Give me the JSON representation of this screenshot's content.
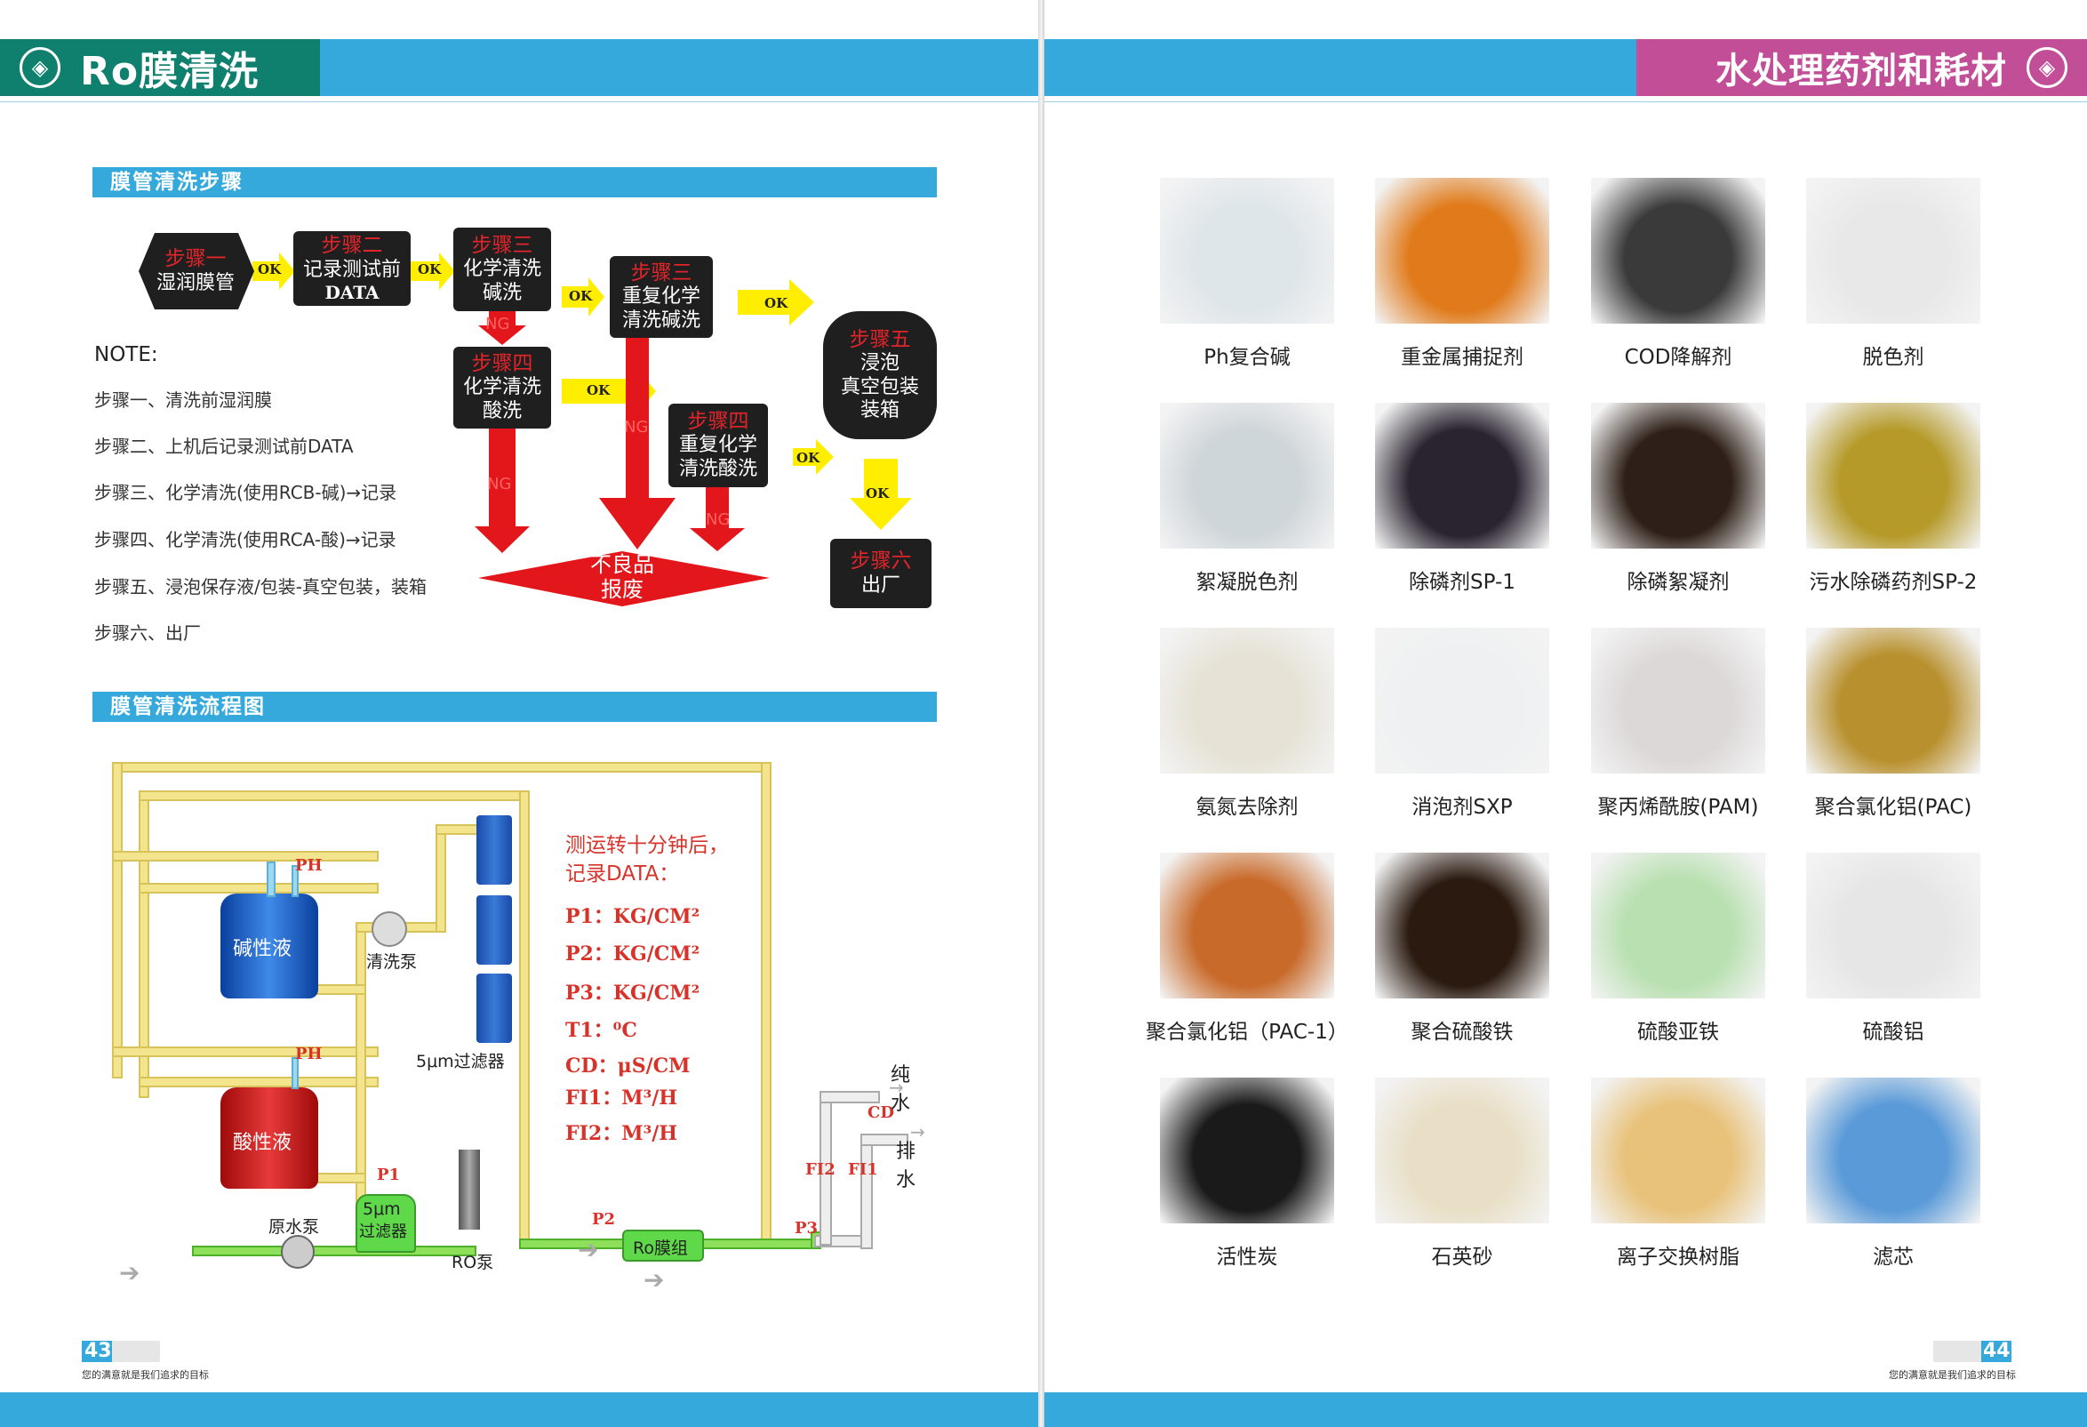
{
  "left": {
    "header_title": "Ro膜清洗",
    "header_icon": "circle-arrow-icon",
    "section1": "膜管清洗步骤",
    "section2": "膜管清洗流程图",
    "flow": {
      "s1_num": "步骤一",
      "s1_text": "湿润膜管",
      "s2_num": "步骤二",
      "s2_text": "记录测试前",
      "s2_text2": "DATA",
      "s3_num": "步骤三",
      "s3_text": "化学清洗",
      "s3_text2": "碱洗",
      "s3b_num": "步骤三",
      "s3b_text": "重复化学",
      "s3b_text2": "清洗碱洗",
      "s4_num": "步骤四",
      "s4_text": "化学清洗",
      "s4_text2": "酸洗",
      "s4b_num": "步骤四",
      "s4b_text": "重复化学",
      "s4b_text2": "清洗酸洗",
      "s5_num": "步骤五",
      "s5_text": "浸泡",
      "s5_text2": "真空包装",
      "s5_text3": "装箱",
      "s6_num": "步骤六",
      "s6_text": "出厂",
      "reject": "不良品",
      "reject2": "报废",
      "ok": "OK",
      "ng": "NG"
    },
    "note_title": "NOTE:",
    "notes": [
      "步骤一、清洗前湿润膜",
      "步骤二、上机后记录测试前DATA",
      "步骤三、化学清洗(使用RCB-碱)→记录",
      "步骤四、化学清洗(使用RCA-酸)→记录",
      "步骤五、浸泡保存液/包装-真空包装，装箱",
      "步骤六、出厂"
    ],
    "diagram": {
      "alkali_tank": "碱性液",
      "acid_tank": "酸性液",
      "ph": "PH",
      "clean_pump": "清洗泵",
      "filter5": "5μm过滤器",
      "raw_pump": "原水泵",
      "filter_small1": "5μm",
      "filter_small2": "过滤器",
      "ro_pump": "RO泵",
      "ro_module": "Ro膜组",
      "pure": "纯水",
      "drain": "排水",
      "p1": "P1",
      "p2": "P2",
      "p3": "P3",
      "fi1": "FI1",
      "fi2": "FI2",
      "cd": "CD",
      "record_title": "测运转十分钟后，",
      "record_title2": "记录DATA：",
      "records": [
        "P1：KG/CM²",
        "P2：KG/CM²",
        "P3：KG/CM²",
        "T1：⁰C",
        "CD：μS/CM",
        "FI1：M³/H",
        "FI2：M³/H"
      ]
    },
    "page_num": "43",
    "slogan": "您的满意就是我们追求的目标"
  },
  "right": {
    "header_title": "水处理药剂和耗材",
    "header_icon": "circle-arrow-icon",
    "products": [
      {
        "name": "Ph复合碱",
        "color": "#dfe6ea"
      },
      {
        "name": "重金属捕捉剂",
        "color": "#e07a1a"
      },
      {
        "name": "COD降解剂",
        "color": "#3a3a3a"
      },
      {
        "name": "脱色剂",
        "color": "#e8e8e8"
      },
      {
        "name": "絮凝脱色剂",
        "color": "#cfd6da"
      },
      {
        "name": "除磷剂SP-1",
        "color": "#2a2430"
      },
      {
        "name": "除磷絮凝剂",
        "color": "#2e2018"
      },
      {
        "name": "污水除磷药剂SP-2",
        "color": "#b59a2a"
      },
      {
        "name": "氨氮去除剂",
        "color": "#e6e2d6"
      },
      {
        "name": "消泡剂SXP",
        "color": "#eef0f2"
      },
      {
        "name": "聚丙烯酰胺(PAM)",
        "color": "#dcd8d8"
      },
      {
        "name": "聚合氯化铝(PAC)",
        "color": "#b8902e"
      },
      {
        "name": "聚合氯化铝（PAC-1）",
        "color": "#c86a2a"
      },
      {
        "name": "聚合硫酸铁",
        "color": "#2a1a10"
      },
      {
        "name": "硫酸亚铁",
        "color": "#b8e0b0"
      },
      {
        "name": "硫酸铝",
        "color": "#e6e6e6"
      },
      {
        "name": "活性炭",
        "color": "#1a1a1a"
      },
      {
        "name": "石英砂",
        "color": "#e8dfc6"
      },
      {
        "name": "离子交换树脂",
        "color": "#e8c27a"
      },
      {
        "name": "滤芯",
        "color": "#5a9ad8"
      }
    ],
    "page_num": "44",
    "slogan": "您的满意就是我们追求的目标"
  }
}
